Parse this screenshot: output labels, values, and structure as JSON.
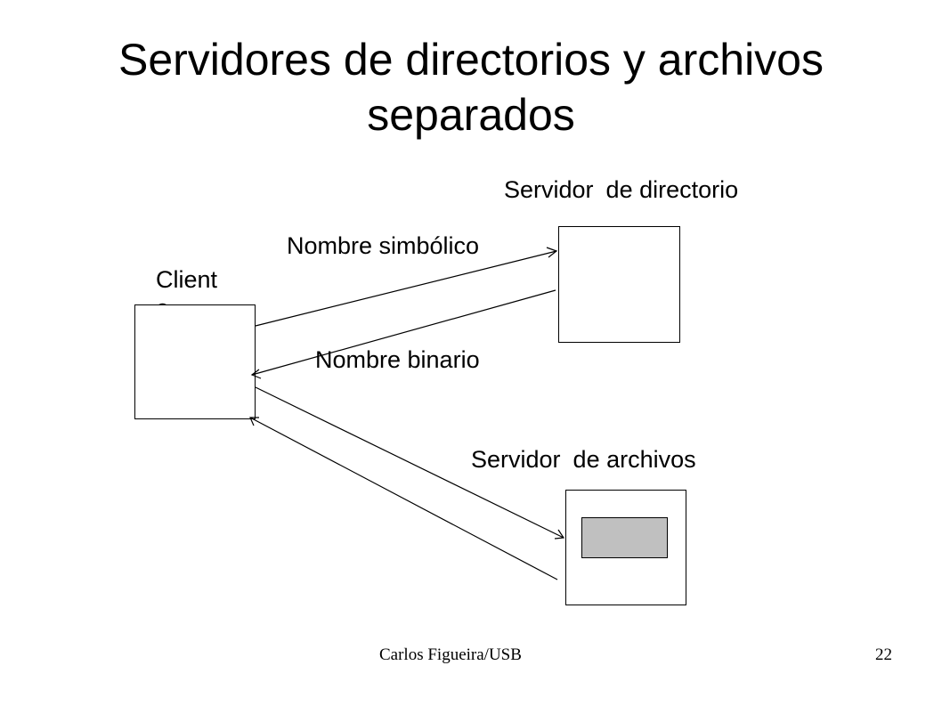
{
  "slide": {
    "title_line1": "Servidores de directorios y archivos",
    "title_line2": "separados",
    "footer_author": "Carlos Figueira/USB",
    "page_number": "22"
  },
  "diagram": {
    "dir_server_label_a": "Servidor",
    "dir_server_label_b": "de directorio",
    "file_server_label_a": "Servidor",
    "file_server_label_b": "de archivos",
    "client_label_line1": "Client",
    "client_label_line2": "e",
    "arrow_symbolic_label": "Nombre simbólico",
    "arrow_binary_label": "Nombre binario"
  }
}
